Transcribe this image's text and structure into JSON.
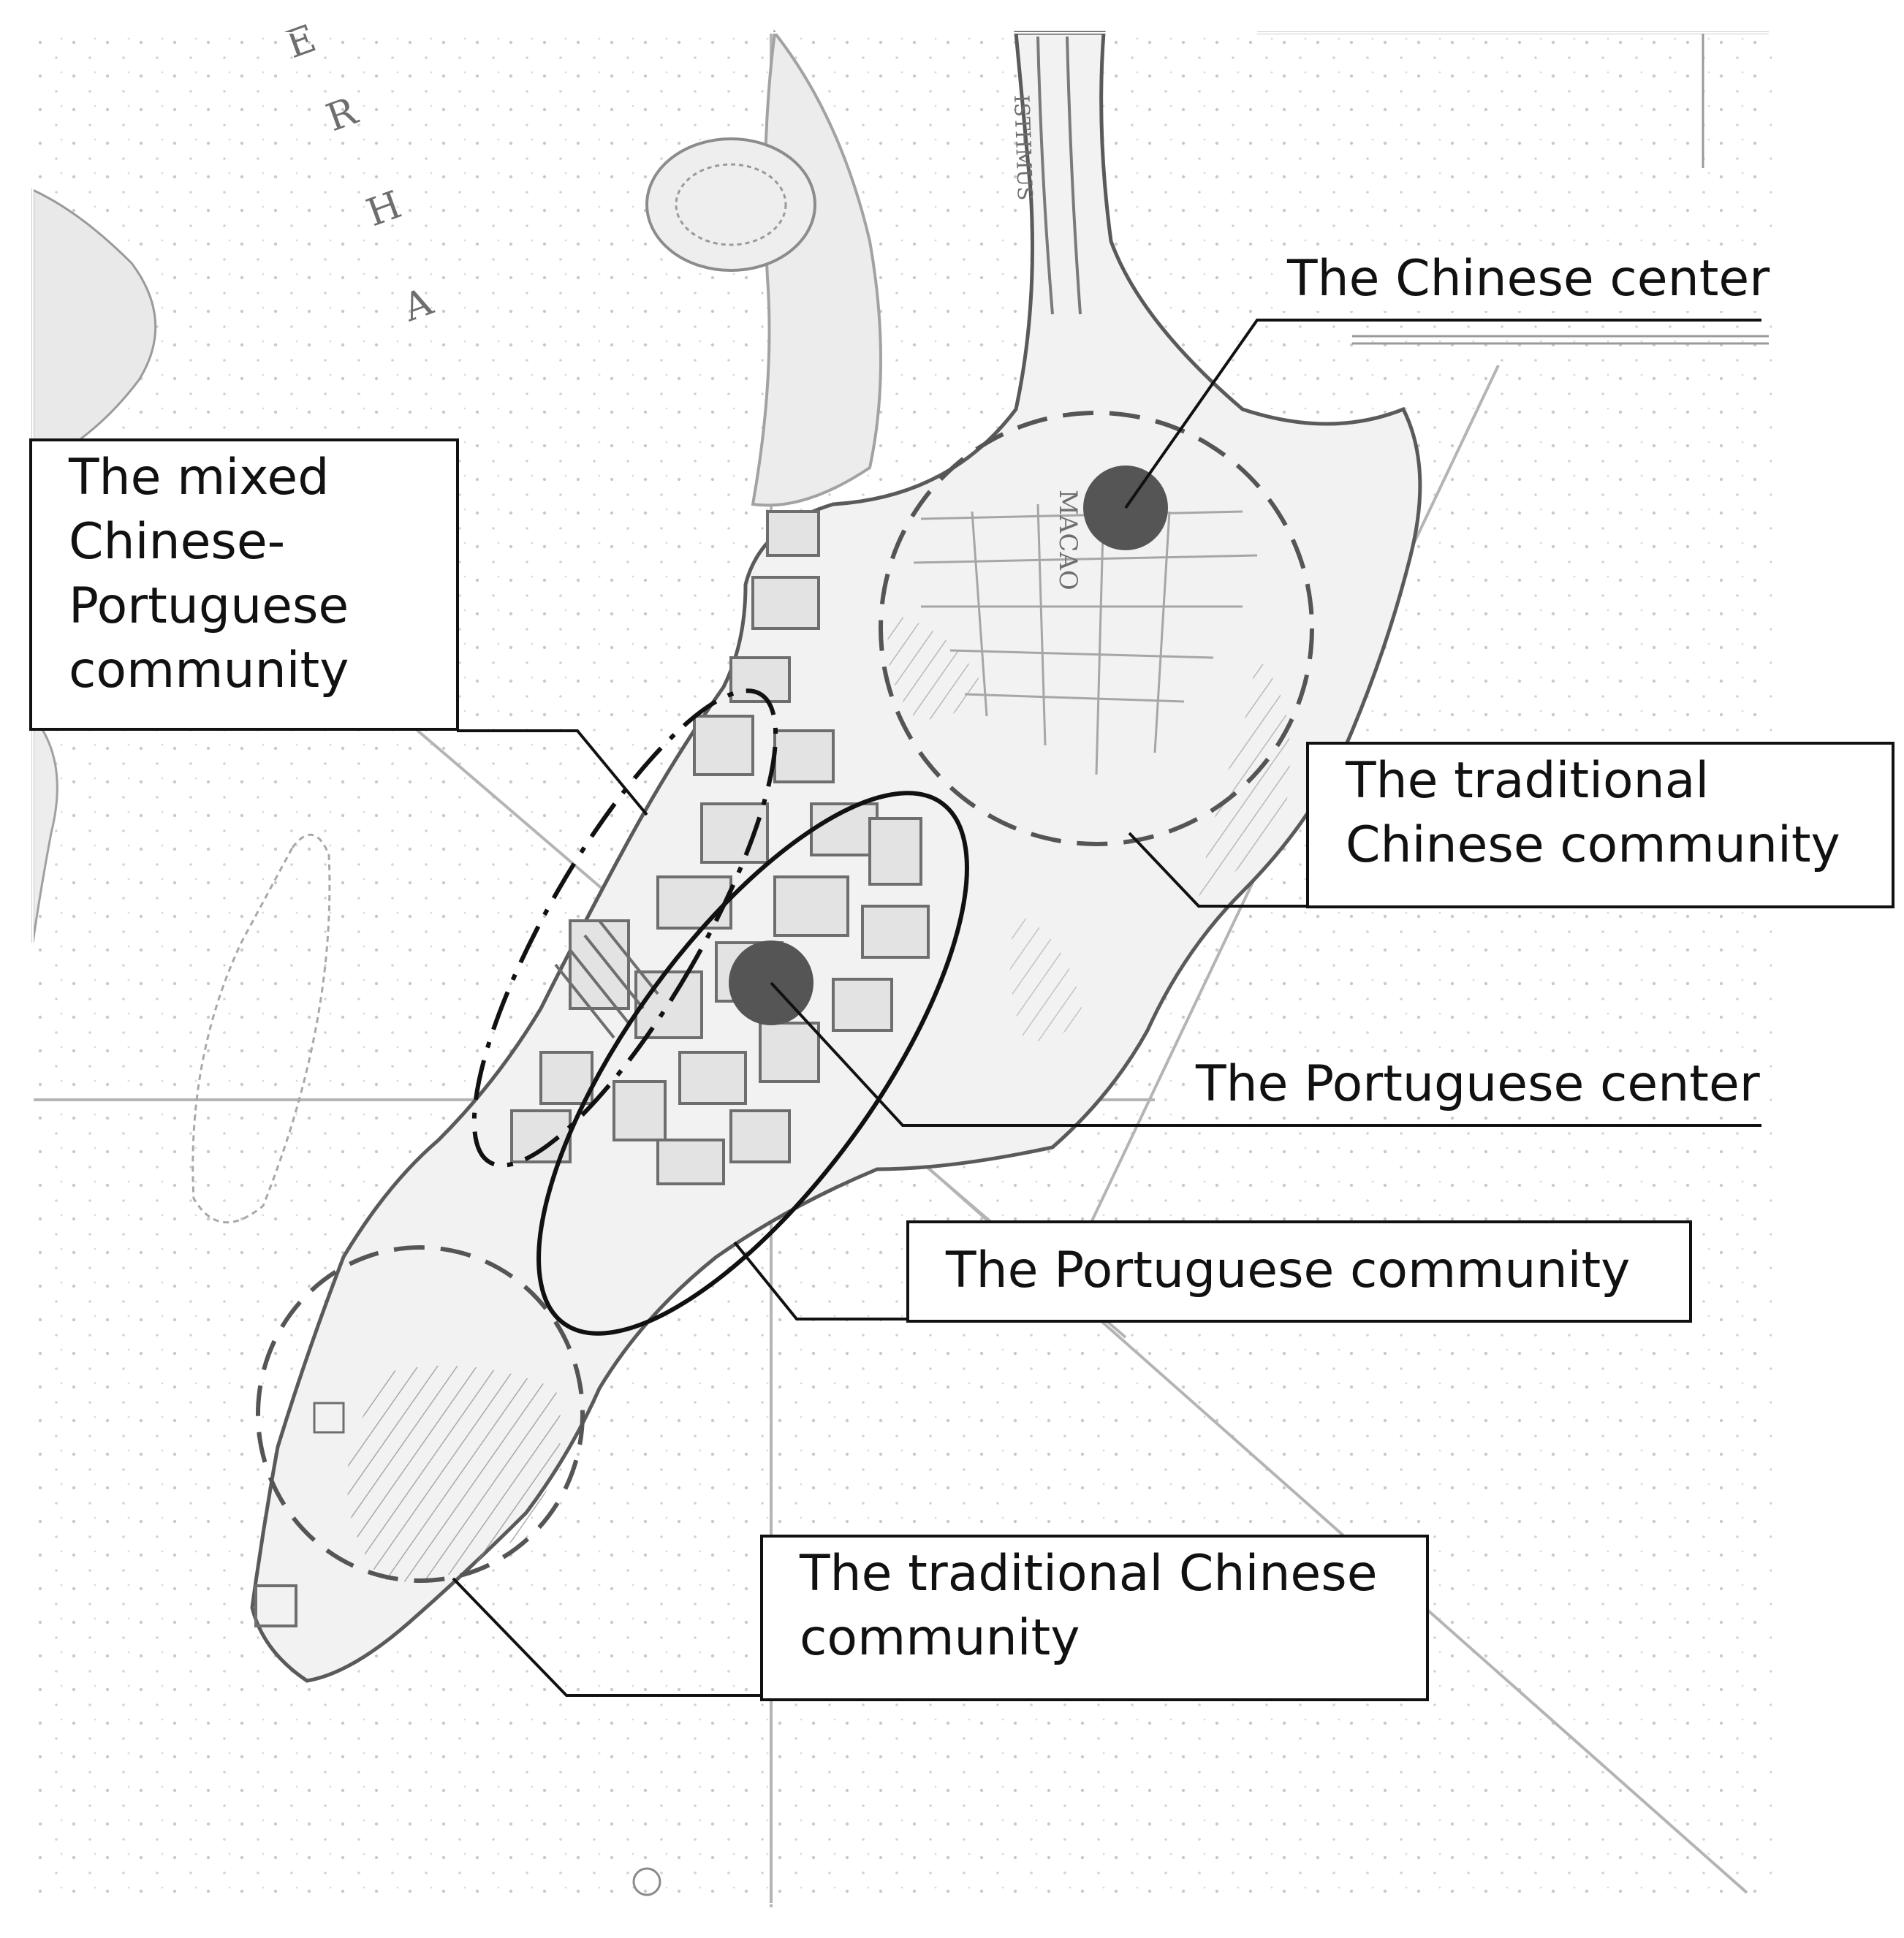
{
  "map": {
    "place_name": "MACAO",
    "isthmus_label": "ISTHMUS",
    "sea_letters": [
      "E",
      "R",
      "H",
      "A"
    ]
  },
  "labels": {
    "chinese_center": "The Chinese center",
    "mixed_community": "The mixed Chinese-Portuguese community",
    "traditional_chinese_community_north": "The traditional Chinese community",
    "portuguese_center": "The Portuguese center",
    "portuguese_community": "The Portuguese community",
    "traditional_chinese_community_south": "The traditional Chinese community"
  },
  "legend_styles": {
    "traditional_chinese_community": "dashed circle",
    "mixed_community": "dash-dot ellipse",
    "portuguese_community": "solid ellipse",
    "centers": "filled dark circle"
  },
  "colors": {
    "land": "#f2f2f2",
    "sea": "#ffffff",
    "outline": "#111111",
    "center_marker": "#555555",
    "dashed_circle": "#555555"
  }
}
